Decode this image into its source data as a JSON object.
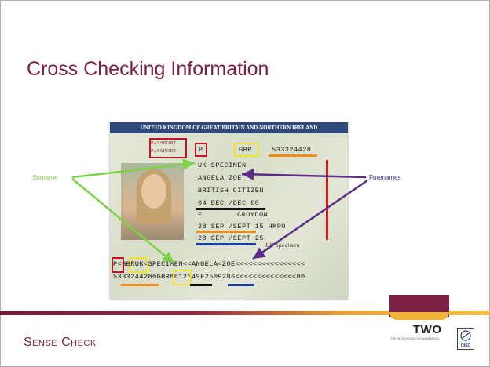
{
  "slide": {
    "title": "Cross Checking Information",
    "footer_title": "Sense Check"
  },
  "passport": {
    "header": "UNITED KINGDOM OF GREAT BRITAIN AND NORTHERN IRELAND",
    "word": "PASSPORT",
    "type": "P",
    "country_code": "GBR",
    "number": "533324428",
    "surname": "UK SPECIMEN",
    "forenames": "ANGELA ZOE",
    "nationality": "BRITISH CITIZEN",
    "dob": "04 DEC /DEC 88",
    "sex": "F",
    "place_of_birth": "CROYDON",
    "issue_date": "28 SEP /SEPT 15 HMPO",
    "expiry_date": "28 SEP /SEPT 25",
    "specimen_sign": "UK Specimen",
    "mrz_line1": "P<GBRUK<SPECIMEN<<ANGELA<ZOE<<<<<<<<<<<<<<<<",
    "mrz_line2": "5333244280GBR8812049F2509286<<<<<<<<<<<<<<00"
  },
  "labels": {
    "surname": "Surname",
    "forenames": "Forenames"
  },
  "logo": {
    "name": "TWO",
    "subtitle": "THE WESTWOOD ORGANISATION"
  },
  "badge": {
    "text": "OISC"
  },
  "colors": {
    "title": "#7a1f3d",
    "highlight_red": "#c0132a",
    "highlight_yellow": "#f2e230",
    "surname_arrow": "#7ed04b",
    "forenames_arrow": "#5b2d86",
    "underline_orange": "#f08a1a",
    "underline_black": "#111111",
    "underline_blue": "#1a3fa0"
  }
}
